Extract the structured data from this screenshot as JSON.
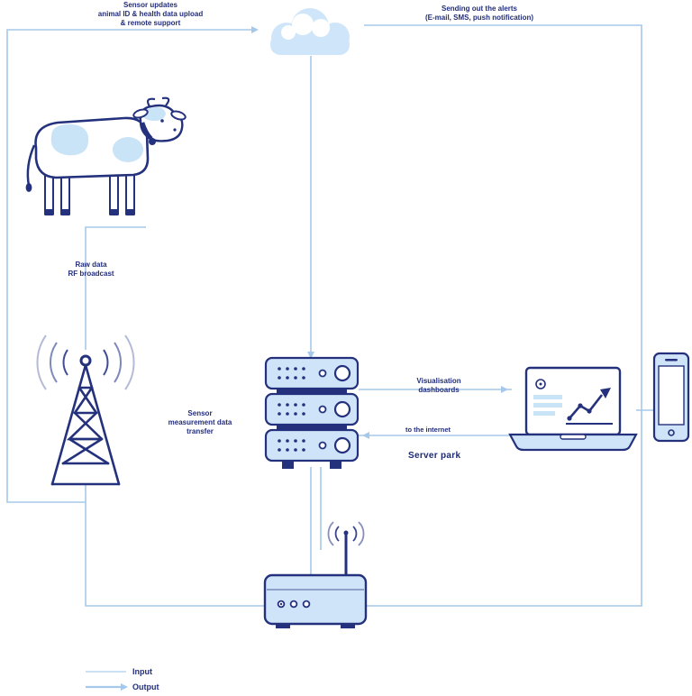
{
  "colors": {
    "navy": "#24317c",
    "line_blue": "#a6c8ea",
    "fill_blue": "#cfe4f8",
    "white": "#ffffff"
  },
  "labels": {
    "cow_to_cloud": {
      "line1": "Sensor updates",
      "line2": "animal ID & health data upload",
      "line3": "& remote support"
    },
    "cloud_to_user": {
      "line1": "Sending out the alerts",
      "line2": "(E-mail, SMS, push notification)"
    },
    "cow_to_tower": {
      "line1": "Raw data",
      "line2": "RF broadcast"
    },
    "tower_to_server": {
      "line1": "Sensor",
      "line2": "measurement data",
      "line3": "transfer"
    },
    "server_to_laptop": {
      "line1": "Visualisation",
      "line2": "dashboards"
    },
    "laptop_to_server": {
      "line1": "to the internet"
    },
    "servers_caption": "Server park",
    "legend": {
      "input": "Input",
      "output": "Output"
    }
  },
  "icons": {
    "cloud": "cloud-icon",
    "cow": "cow-icon",
    "tower": "radio-tower-icon",
    "servers": "server-rack-icon",
    "laptop": "laptop-icon",
    "phone": "smartphone-icon",
    "gateway": "gateway-router-icon"
  }
}
